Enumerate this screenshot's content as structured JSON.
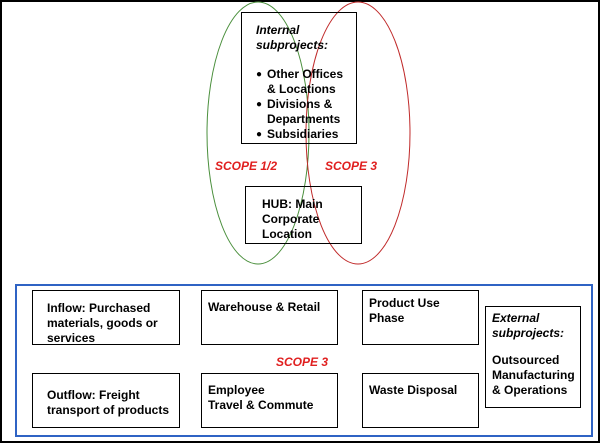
{
  "diagram": {
    "internal": {
      "title": "Internal\nsubprojects:",
      "items": [
        "Other Offices\n& Locations",
        "Divisions &\nDepartments",
        "Subsidiaries"
      ]
    },
    "scope12_label": "SCOPE 1/2",
    "scope3_label_top": "SCOPE 3",
    "hub": "HUB: Main\nCorporate\nLocation",
    "bottom": {
      "inflow": "Inflow: Purchased\nmaterials, goods or\nservices",
      "warehouse": "Warehouse & Retail",
      "product_use": "Product Use\nPhase",
      "external_title": "External\nsubprojects:",
      "external_body": "Outsourced\nManufacturing\n& Operations",
      "scope3_label_bottom": "SCOPE 3",
      "outflow": "Outflow: Freight\ntransport of products",
      "employee": "Employee\nTravel & Commute",
      "waste": "Waste Disposal"
    },
    "colors": {
      "scope12_ellipse": "#4a8f3c",
      "scope3_ellipse": "#c02a2a",
      "scope_label": "#e02020",
      "panel_border": "#2f63c4"
    }
  }
}
